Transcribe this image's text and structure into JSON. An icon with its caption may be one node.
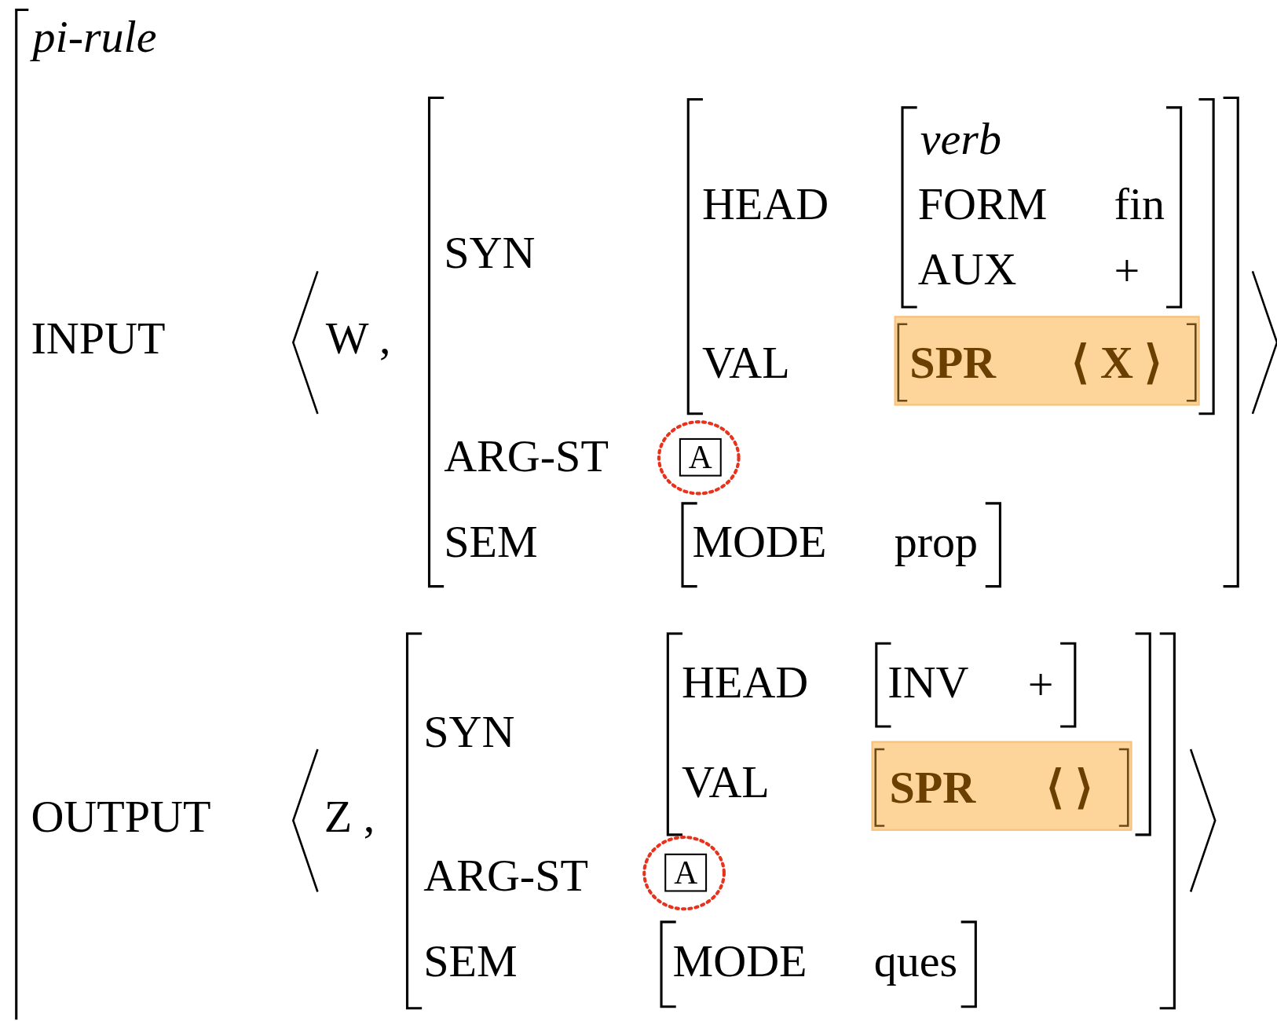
{
  "diagram": {
    "nodes": [
      {
        "text": [
          "SPR",
          "⟨ X ⟩"
        ]
      },
      {
        "text": [],
        "shape": "circle"
      },
      {
        "text": [
          "A"
        ],
        "in": 1
      },
      {
        "text": [
          "SPR",
          "⟨ ⟩"
        ]
      },
      {
        "text": [],
        "shape": "circle"
      },
      {
        "text": [
          "A"
        ],
        "in": 4
      }
    ],
    "labels": [
      "pi-rule",
      "INPUT",
      "W ,",
      "SYN",
      "HEAD",
      "verb",
      "FORM",
      "fin",
      "AUX",
      "+",
      "VAL",
      "ARG-ST",
      "SEM",
      "MODE",
      "prop",
      "OUTPUT",
      "Z ,",
      "SYN",
      "HEAD",
      "INV",
      "+",
      "VAL",
      "ARG-ST",
      "SEM",
      "MODE",
      "ques"
    ]
  }
}
